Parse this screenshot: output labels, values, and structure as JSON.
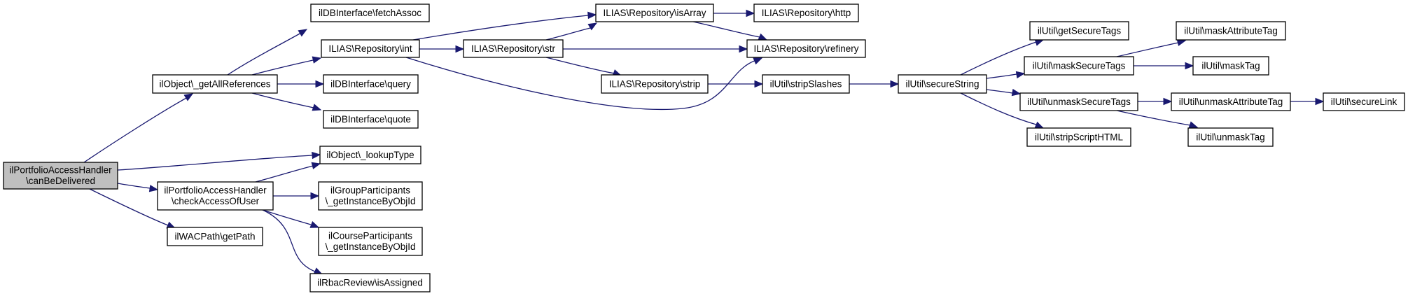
{
  "graph": {
    "title": "Call graph for ilPortfolioAccessHandler\\canBeDelivered",
    "colors": {
      "edge": "#191970",
      "root_fill": "#bfbfbf",
      "node_fill": "#ffffff",
      "border": "#000000"
    },
    "nodes": [
      {
        "id": "root",
        "lines": [
          "ilPortfolioAccessHandler",
          "\\canBeDelivered"
        ],
        "root": true
      },
      {
        "id": "getAllReferences",
        "lines": [
          "ilObject\\_getAllReferences"
        ]
      },
      {
        "id": "checkAccessOfUser",
        "lines": [
          "ilPortfolioAccessHandler",
          "\\checkAccessOfUser"
        ]
      },
      {
        "id": "getPath",
        "lines": [
          "ilWACPath\\getPath"
        ]
      },
      {
        "id": "fetchAssoc",
        "lines": [
          "ilDBInterface\\fetchAssoc"
        ]
      },
      {
        "id": "int",
        "lines": [
          "ILIAS\\Repository\\int"
        ]
      },
      {
        "id": "query",
        "lines": [
          "ilDBInterface\\query"
        ]
      },
      {
        "id": "quote",
        "lines": [
          "ilDBInterface\\quote"
        ]
      },
      {
        "id": "lookupType",
        "lines": [
          "ilObject\\_lookupType"
        ]
      },
      {
        "id": "groupParticipants",
        "lines": [
          "ilGroupParticipants",
          "\\_getInstanceByObjId"
        ]
      },
      {
        "id": "courseParticipants",
        "lines": [
          "ilCourseParticipants",
          "\\_getInstanceByObjId"
        ]
      },
      {
        "id": "isAssigned",
        "lines": [
          "ilRbacReview\\isAssigned"
        ]
      },
      {
        "id": "str",
        "lines": [
          "ILIAS\\Repository\\str"
        ]
      },
      {
        "id": "isArray",
        "lines": [
          "ILIAS\\Repository\\isArray"
        ]
      },
      {
        "id": "strip",
        "lines": [
          "ILIAS\\Repository\\strip"
        ]
      },
      {
        "id": "http",
        "lines": [
          "ILIAS\\Repository\\http"
        ]
      },
      {
        "id": "refinery",
        "lines": [
          "ILIAS\\Repository\\refinery"
        ]
      },
      {
        "id": "stripSlashes",
        "lines": [
          "ilUtil\\stripSlashes"
        ]
      },
      {
        "id": "secureString",
        "lines": [
          "ilUtil\\secureString"
        ]
      },
      {
        "id": "getSecureTags",
        "lines": [
          "ilUtil\\getSecureTags"
        ]
      },
      {
        "id": "maskSecureTags",
        "lines": [
          "ilUtil\\maskSecureTags"
        ]
      },
      {
        "id": "unmaskSecureTags",
        "lines": [
          "ilUtil\\unmaskSecureTags"
        ]
      },
      {
        "id": "stripScriptHTML",
        "lines": [
          "ilUtil\\stripScriptHTML"
        ]
      },
      {
        "id": "maskAttributeTag",
        "lines": [
          "ilUtil\\maskAttributeTag"
        ]
      },
      {
        "id": "maskTag",
        "lines": [
          "ilUtil\\maskTag"
        ]
      },
      {
        "id": "unmaskAttributeTag",
        "lines": [
          "ilUtil\\unmaskAttributeTag"
        ]
      },
      {
        "id": "unmaskTag",
        "lines": [
          "ilUtil\\unmaskTag"
        ]
      },
      {
        "id": "secureLink",
        "lines": [
          "ilUtil\\secureLink"
        ]
      }
    ],
    "edges": [
      {
        "from": "root",
        "to": "getAllReferences"
      },
      {
        "from": "root",
        "to": "lookupType"
      },
      {
        "from": "root",
        "to": "checkAccessOfUser"
      },
      {
        "from": "root",
        "to": "getPath"
      },
      {
        "from": "getAllReferences",
        "to": "fetchAssoc"
      },
      {
        "from": "getAllReferences",
        "to": "int"
      },
      {
        "from": "getAllReferences",
        "to": "query"
      },
      {
        "from": "getAllReferences",
        "to": "quote"
      },
      {
        "from": "checkAccessOfUser",
        "to": "lookupType"
      },
      {
        "from": "checkAccessOfUser",
        "to": "groupParticipants"
      },
      {
        "from": "checkAccessOfUser",
        "to": "courseParticipants"
      },
      {
        "from": "checkAccessOfUser",
        "to": "isAssigned"
      },
      {
        "from": "int",
        "to": "isArray"
      },
      {
        "from": "int",
        "to": "str"
      },
      {
        "from": "int",
        "to": "refinery"
      },
      {
        "from": "str",
        "to": "isArray"
      },
      {
        "from": "str",
        "to": "refinery"
      },
      {
        "from": "str",
        "to": "strip"
      },
      {
        "from": "isArray",
        "to": "http"
      },
      {
        "from": "isArray",
        "to": "refinery"
      },
      {
        "from": "strip",
        "to": "stripSlashes"
      },
      {
        "from": "stripSlashes",
        "to": "secureString"
      },
      {
        "from": "secureString",
        "to": "getSecureTags"
      },
      {
        "from": "secureString",
        "to": "maskSecureTags"
      },
      {
        "from": "secureString",
        "to": "unmaskSecureTags"
      },
      {
        "from": "secureString",
        "to": "stripScriptHTML"
      },
      {
        "from": "maskSecureTags",
        "to": "maskAttributeTag"
      },
      {
        "from": "maskSecureTags",
        "to": "maskTag"
      },
      {
        "from": "unmaskSecureTags",
        "to": "unmaskAttributeTag"
      },
      {
        "from": "unmaskSecureTags",
        "to": "unmaskTag"
      },
      {
        "from": "unmaskAttributeTag",
        "to": "secureLink"
      }
    ]
  }
}
